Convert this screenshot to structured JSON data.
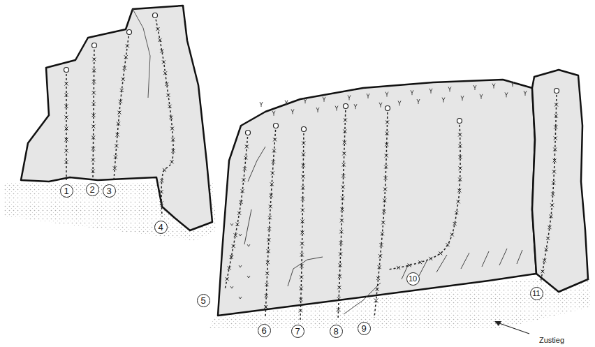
{
  "diagram": {
    "labels": [
      "1",
      "2",
      "3",
      "4",
      "5",
      "6",
      "7",
      "8",
      "9",
      "10",
      "11",
      "Zustieg"
    ]
  }
}
